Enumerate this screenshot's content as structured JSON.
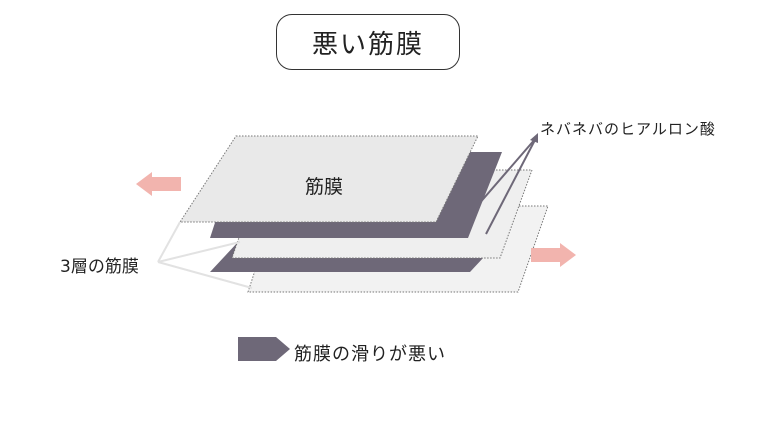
{
  "title": "悪い筋膜",
  "labels": {
    "hyaluronic_acid": "ネバネバのヒアルロン酸",
    "fascia": "筋膜",
    "three_layer": "3層の筋膜"
  },
  "legend": {
    "text": "筋膜の滑りが悪い",
    "color": "#6e6878"
  },
  "colors": {
    "sheet_fill": "#efefef",
    "sheet_top_fill": "#e9e9e9",
    "dark_layer": "#6e6878",
    "arrow": "#f2b4ae",
    "connector": "#e2e2e2"
  }
}
